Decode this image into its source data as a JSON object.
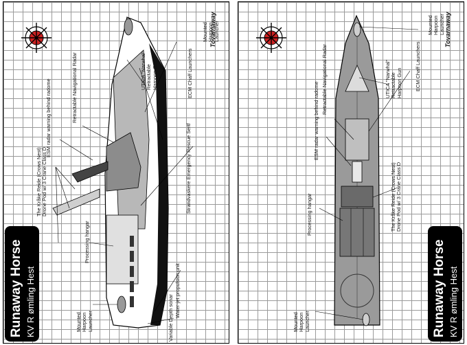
{
  "sheets": [
    {
      "view": "side",
      "ship_name": "Runaway Horse",
      "ship_class": "KV R ømling Hest",
      "publisher_mark": "Tovarnaway",
      "labels": {
        "harpoon_launcher_fore": "Mounted\nHarpoon\nLauncher",
        "ecm_chaff": "ECM Chaff Launchers",
        "utica_narwhal": "UTICA \"Narwhal\"\nRetractable\nHarpoon Gun",
        "retractable_radar": "Retractable Navigational Radar",
        "esm_radar": "ESM radar warning behind radome",
        "strandvaskere": "Strandvaskere Emergency Rescue Sertf",
        "krake_reide": "The Kråke Reide (Crows Nest)\nDrone Pod w/ 3 Crane Class D",
        "processing_hangar": "Processing hangar",
        "waterjet": "Water-jet propulsion unit",
        "harpoon_launcher_aft": "Mounted\nHarpoon\nLauncher",
        "variable_depth_sonar": "Variable Depth sonar"
      }
    },
    {
      "view": "top",
      "ship_name": "Runaway Horse",
      "ship_class": "KV R ømling Hest",
      "publisher_mark": "Tovarnaway",
      "labels": {
        "harpoon_launcher_fore": "Mounted\nHarpoon\nLauncher",
        "ecm_chaff": "ECM Chaff Launchers",
        "utica_narwhal": "UTICA \"Narwhal\"\nRetractable\nHarpoon Gun",
        "retractable_radar": "Retractable Navigational Radar",
        "esm_radar": "ESM radar warning behind radome",
        "krake_reide": "The Kråke Reide (Crows Nest)\nDrone Pod w/ 3 Crane Class D",
        "processing_hangar": "Processing hangar",
        "harpoon_launcher_aft": "Mounted\nHarpoon\nLauncher"
      }
    }
  ]
}
